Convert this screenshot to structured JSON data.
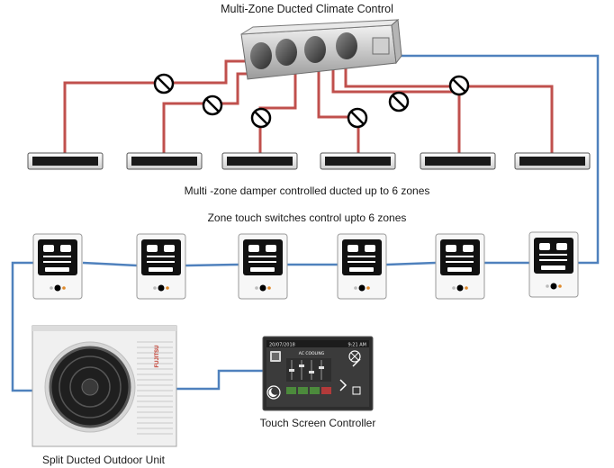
{
  "title": "Multi-Zone Ducted Climate Control",
  "damper_caption": "Multi -zone damper controlled ducted up to 6 zones",
  "switch_caption": "Zone touch switches control upto 6 zones",
  "outdoor_caption": "Split Ducted Outdoor Unit",
  "controller_caption": "Touch Screen Controller",
  "outdoor_brand": "FUJITSU",
  "controller_screen": {
    "date": "20/07/2018",
    "time": "9:21 AM",
    "mode": "AC COOLING"
  },
  "colors": {
    "duct_line": "#c0504d",
    "signal_line": "#4f81bd",
    "vent": "#1a1a1a"
  },
  "icons": [
    "damper-closed-icon",
    "zone-touch-switch-icon",
    "fan-icon",
    "moon-icon"
  ]
}
